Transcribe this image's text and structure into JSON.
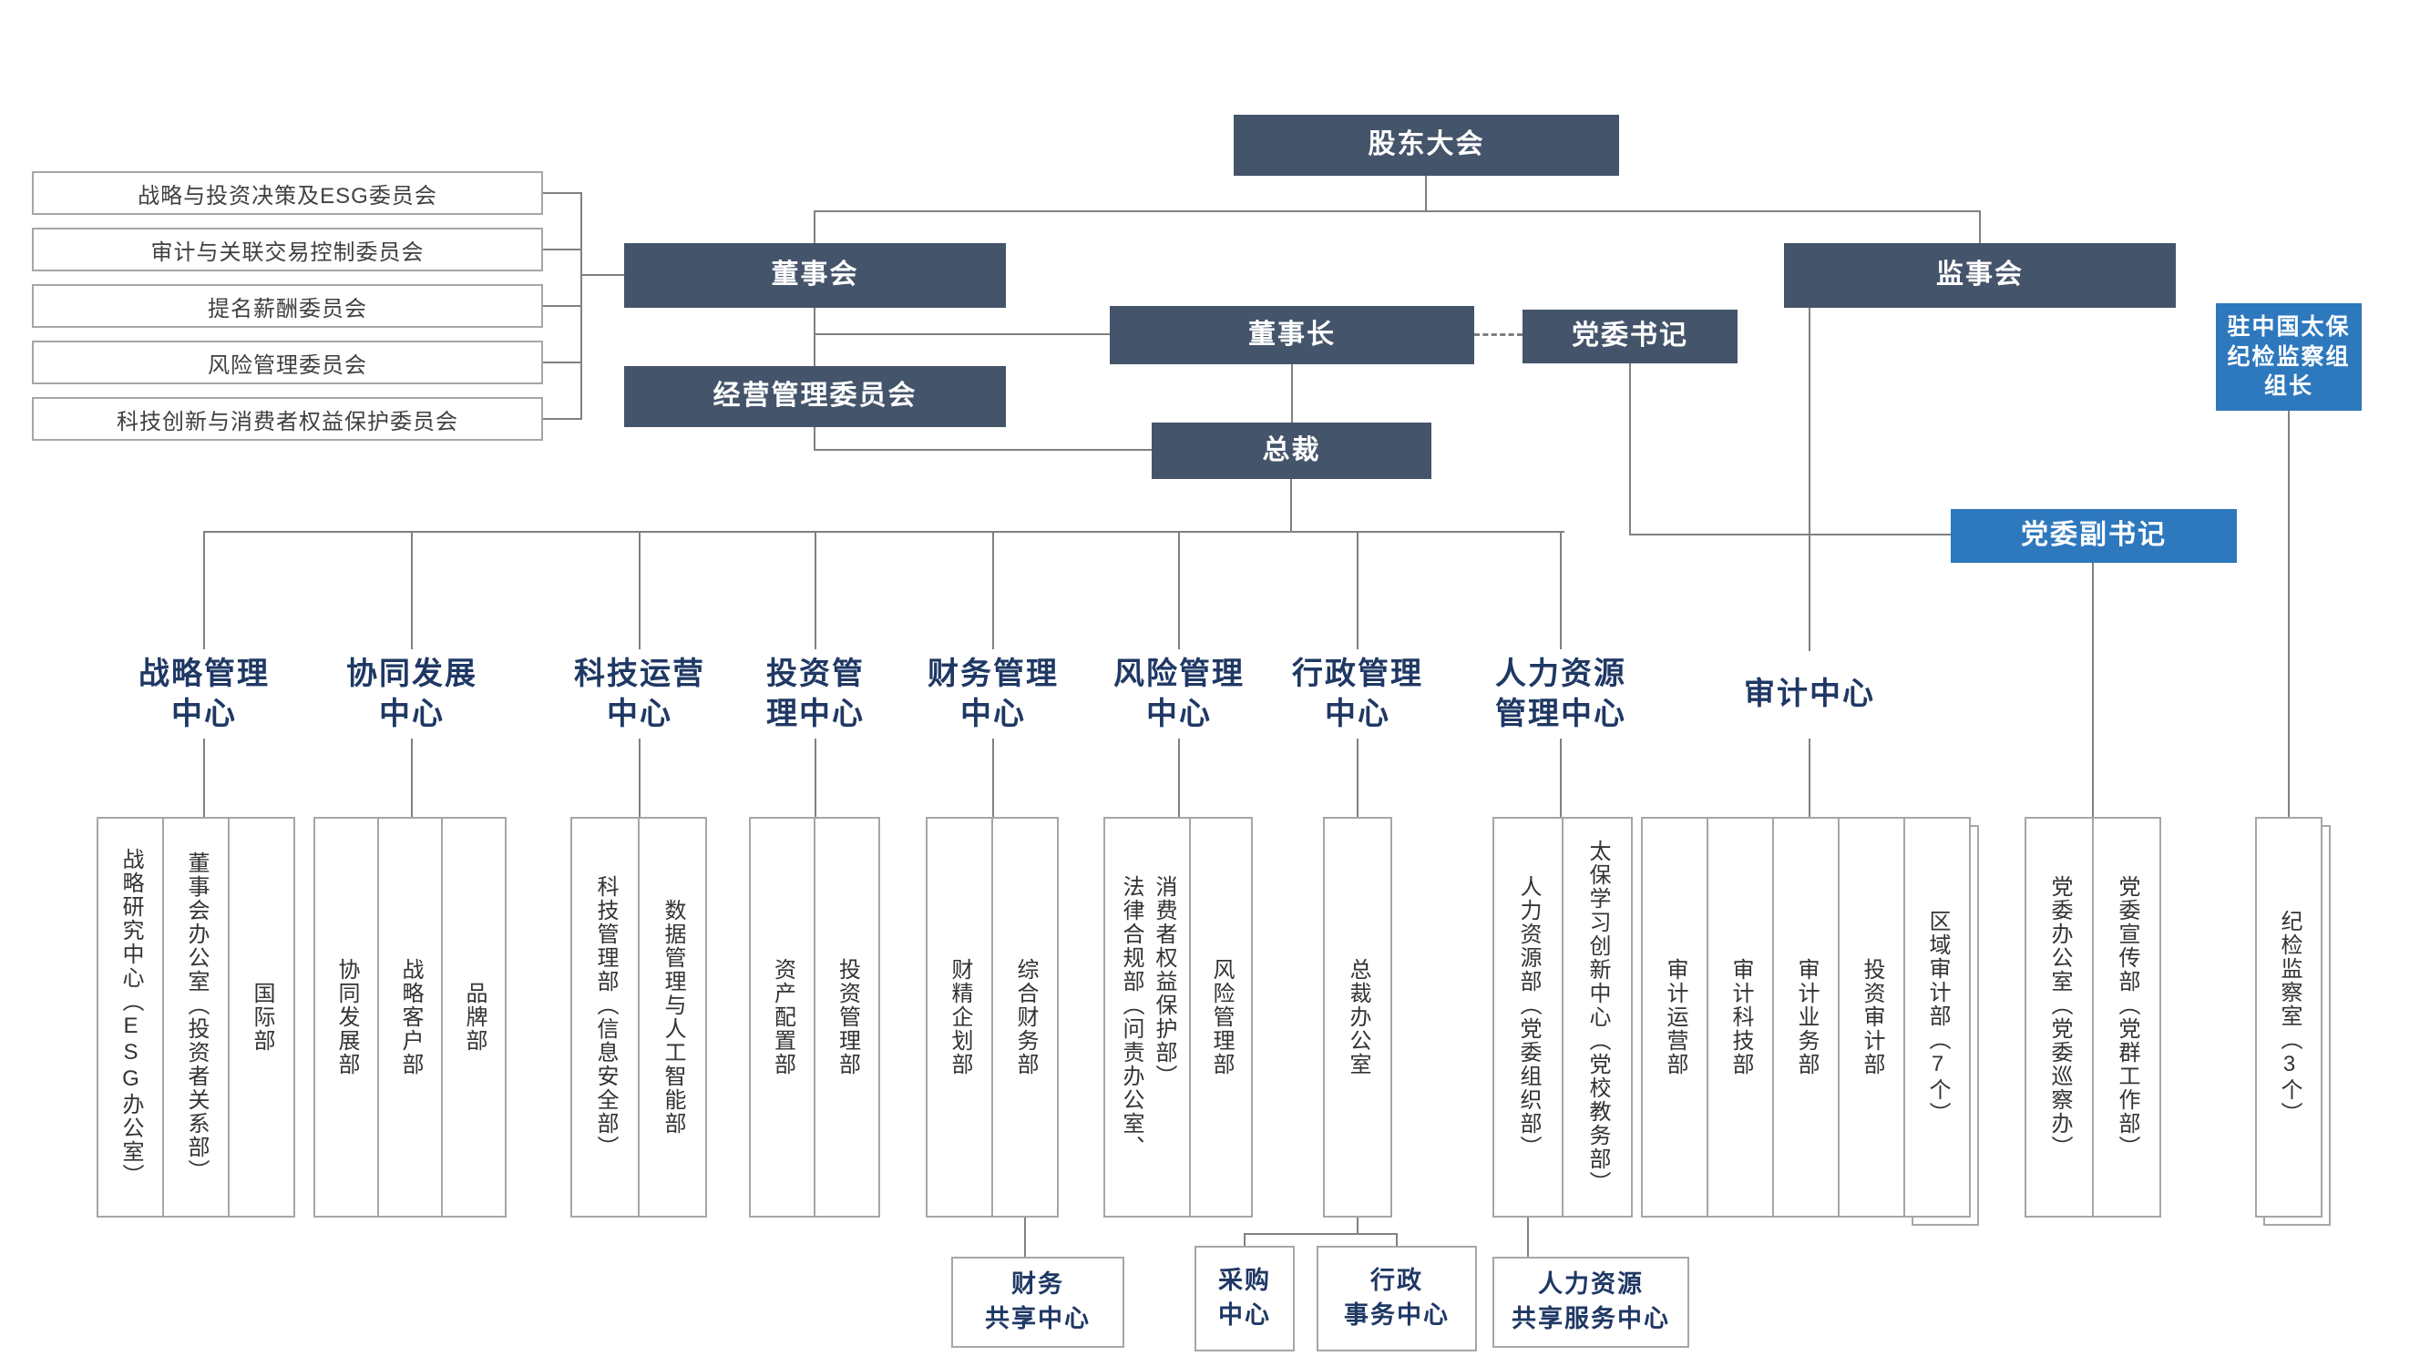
{
  "colors": {
    "dark_node": "#44546A",
    "bright_node": "#2E78BE",
    "box_border": "#A6A6A6",
    "connector": "#808080",
    "label_navy": "#1F3864"
  },
  "nodes": {
    "shareholders": "股东大会",
    "board": "董事会",
    "supervisors": "监事会",
    "chairman": "董事长",
    "party_secretary": "党委书记",
    "mgmt_committee": "经营管理委员会",
    "president": "总裁",
    "deputy_party_secretary": "党委副书记",
    "discipline_head": "驻中国太保\n纪检监察组\n组长"
  },
  "committees": [
    "战略与投资决策及ESG委员会",
    "审计与关联交易控制委员会",
    "提名薪酬委员会",
    "风险管理委员会",
    "科技创新与消费者权益保护委员会"
  ],
  "centers": {
    "strategy": "战略管理\n中心",
    "synergy": "协同发展\n中心",
    "tech_ops": "科技运营\n中心",
    "investment": "投资管\n理中心",
    "finance": "财务管理\n中心",
    "risk": "风险管理\n中心",
    "admin": "行政管理\n中心",
    "hr": "人力资源\n管理中心",
    "audit": "审计中心"
  },
  "departments": {
    "strategy": [
      "战略研究中心（ESG办公室）",
      "董事会办公室（投资者关系部）",
      "国际部"
    ],
    "synergy": [
      "协同发展部",
      "战略客户部",
      "品牌部"
    ],
    "tech_ops": [
      "科技管理部（信息安全部）",
      "数据管理与人工智能部"
    ],
    "investment": [
      "资产配置部",
      "投资管理部"
    ],
    "finance": [
      "财精企划部",
      "综合财务部"
    ],
    "risk": [
      "法律合规部（问责办公室、\n消费者权益保护部）",
      "风险管理部"
    ],
    "admin": [
      "总裁办公室"
    ],
    "hr": [
      "人力资源部（党委组织部）",
      "太保学习创新中心（党校教务部）"
    ],
    "audit": [
      "审计运营部",
      "审计科技部",
      "审计业务部",
      "投资审计部",
      "区域审计部（7个）"
    ],
    "party": [
      "党委办公室（党委巡察办）",
      "党委宣传部（党群工作部）"
    ],
    "discipline": [
      "纪检监察室（3个）"
    ]
  },
  "bottom_units": {
    "finance_shared": "财务\n共享中心",
    "procurement": "采购\n中心",
    "admin_affairs": "行政\n事务中心",
    "hr_shared": "人力资源\n共享服务中心"
  }
}
